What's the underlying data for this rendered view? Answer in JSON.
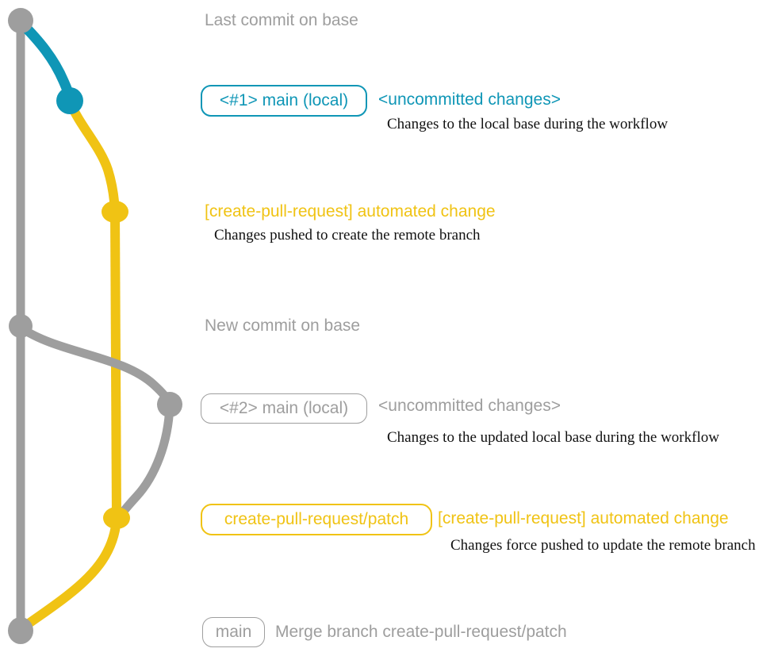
{
  "colors": {
    "gray": "#9e9e9e",
    "blue": "#0f96b6",
    "yellow": "#f0c314",
    "ink": "#111111",
    "bg": "#ffffff"
  },
  "graph": {
    "nodes": [
      "last-commit-on-base-node",
      "local-base-commit-1-node",
      "remote-branch-commit-node",
      "new-commit-on-base-node",
      "local-base-commit-2-node",
      "updated-remote-branch-commit-node",
      "merge-commit-node"
    ]
  },
  "rows": {
    "r1": {
      "heading": "Last commit on base"
    },
    "r2": {
      "badge": "<#1> main (local)",
      "heading": "<uncommitted changes>",
      "description": "Changes to the local base during the workflow"
    },
    "r3": {
      "heading": "[create-pull-request] automated change",
      "description": "Changes pushed to create the remote branch"
    },
    "r4": {
      "heading": "New commit on base"
    },
    "r5": {
      "badge": "<#2> main (local)",
      "heading": "<uncommitted changes>",
      "description": "Changes to the updated local base during the workflow"
    },
    "r6": {
      "badge": "create-pull-request/patch",
      "heading": "[create-pull-request] automated change",
      "description": "Changes force pushed to update the remote branch"
    },
    "r7": {
      "badge": "main",
      "heading": "Merge branch create-pull-request/patch"
    }
  }
}
